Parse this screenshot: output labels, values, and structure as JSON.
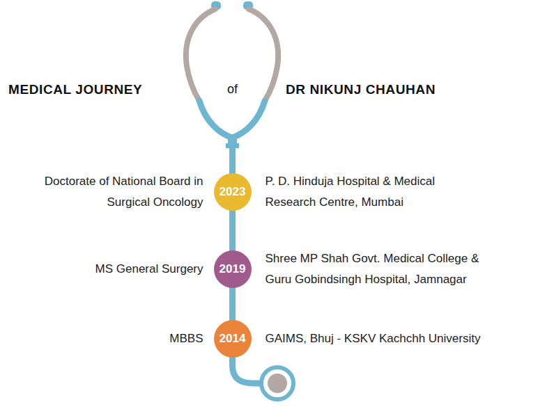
{
  "diagram": {
    "nodes": [
      {
        "text": [
          "2023",
          "Doctorate of National Board in Surgical Oncology",
          "P. D. Hinduja Hospital & Medical Research Centre, Mumbai"
        ]
      },
      {
        "text": [
          "2019",
          "MS General Surgery",
          "Shree MP Shah Govt. Medical College & Guru Gobindsingh Hospital, Jamnagar"
        ]
      },
      {
        "text": [
          "2014",
          "MBBS",
          "GAIMS, Bhuj - KSKV Kachchh University"
        ]
      }
    ],
    "edges": [
      {
        "from": 0,
        "to": 1,
        "arrow": "none"
      },
      {
        "from": 1,
        "to": 2,
        "arrow": "none"
      }
    ],
    "labels": [
      "MEDICAL JOURNEY",
      "of",
      "DR NIKUNJ CHAUHAN"
    ]
  }
}
